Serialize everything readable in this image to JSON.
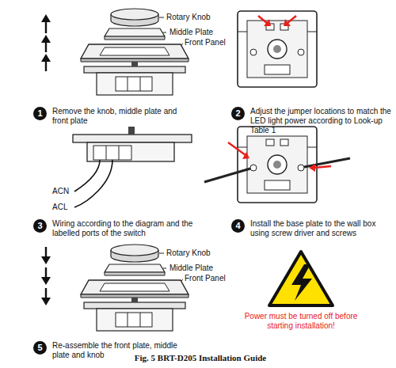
{
  "diagram": {
    "caption": "Fig. 5 BRT-D205 Installation Guide",
    "labels": [
      "Rotary Knob",
      "Middle Plate",
      "Front Panel",
      "1",
      "Remove the knob, middle plate and front plate",
      "2",
      "Adjust the jumper locations to match the LED light power according to Look-up Table 1",
      "ACN",
      "ACL",
      "3",
      "Wiring according to the diagram and the labelled ports of the switch",
      "4",
      "Install the base plate to the wall box using screw driver and screws",
      "Rotary Knob",
      "Middle Plate",
      "Front Panel",
      "5",
      "Re-assemble the front plate, middle plate and knob",
      "Power must be turned off before starting installation!"
    ]
  }
}
